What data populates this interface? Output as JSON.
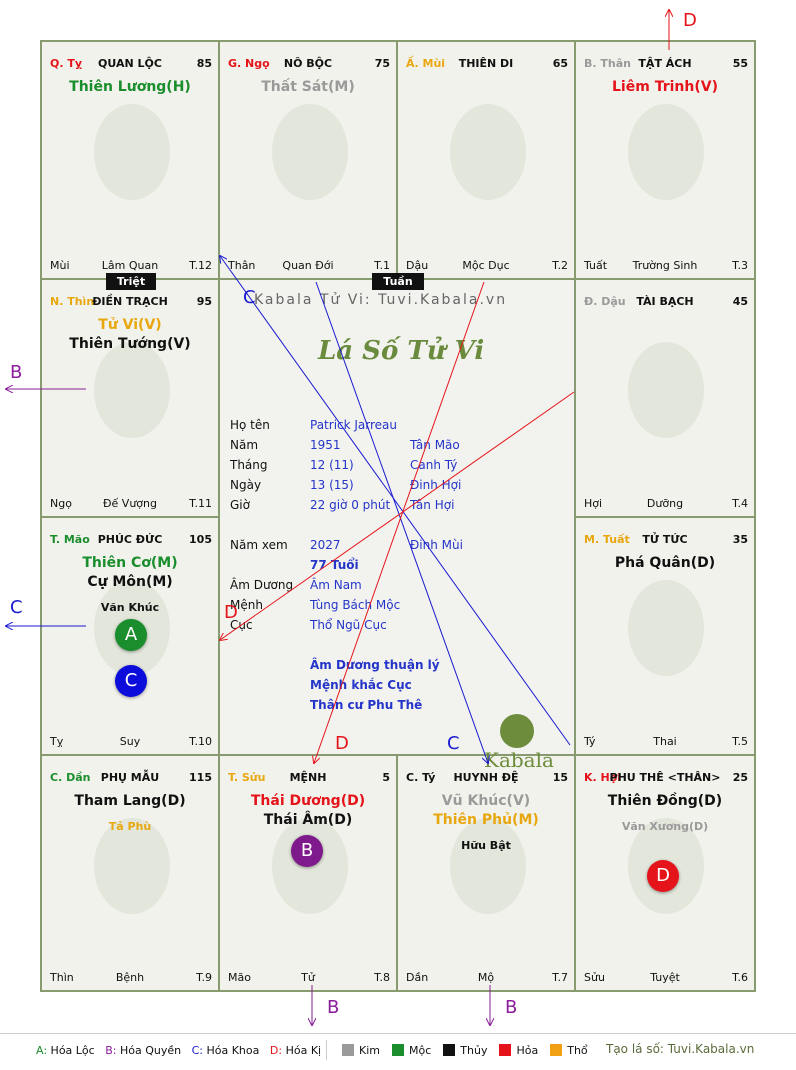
{
  "watermark": "Kabala Tử Vi: Tuvi.Kabala.vn",
  "logo_title": "Lá Số Tử Vi",
  "brand": "Kabala",
  "palaces": [
    {
      "chi": "Q. Tỵ",
      "chi_color": "#e5141b",
      "name": "QUAN LỘC",
      "score": "85",
      "stars": [
        {
          "text": "Thiên Lương(H)",
          "color": "#1a8d2c",
          "size": 14
        }
      ],
      "bottom_left": "Mùi",
      "bottom_mid": "Lâm Quan",
      "bottom_right": "T.12"
    },
    {
      "chi": "G. Ngọ",
      "chi_color": "#e5141b",
      "name": "NÔ BỘC",
      "score": "75",
      "stars": [
        {
          "text": "Thất Sát(M)",
          "color": "#9a9a9a",
          "size": 14
        }
      ],
      "bottom_left": "Thân",
      "bottom_mid": "Quan Đới",
      "bottom_right": "T.1"
    },
    {
      "chi": "Ấ. Mùi",
      "chi_color": "#e8a70e",
      "name": "THIÊN DI",
      "score": "65",
      "stars": [],
      "bottom_left": "Dậu",
      "bottom_mid": "Mộc Dục",
      "bottom_right": "T.2"
    },
    {
      "chi": "B. Thân",
      "chi_color": "#9a9a9a",
      "name": "TẬT ÁCH",
      "score": "55",
      "stars": [
        {
          "text": "Liêm Trinh(V)",
          "color": "#e5141b",
          "size": 14
        }
      ],
      "bottom_left": "Tuất",
      "bottom_mid": "Trường Sinh",
      "bottom_right": "T.3"
    },
    {
      "chi": "Đ. Dậu",
      "chi_color": "#9a9a9a",
      "name": "TÀI BẠCH",
      "score": "45",
      "stars": [],
      "bottom_left": "Hợi",
      "bottom_mid": "Dưỡng",
      "bottom_right": "T.4"
    },
    {
      "chi": "M. Tuất",
      "chi_color": "#e8a70e",
      "name": "TỬ TỨC",
      "score": "35",
      "stars": [
        {
          "text": "Phá Quân(D)",
          "color": "#111111",
          "size": 14
        }
      ],
      "bottom_left": "Tý",
      "bottom_mid": "Thai",
      "bottom_right": "T.5"
    },
    {
      "chi": "K. Hợi",
      "chi_color": "#e5141b",
      "name": "PHU THÊ <THÂN>",
      "score": "25",
      "stars": [
        {
          "text": "Thiên Đồng(D)",
          "color": "#111111",
          "size": 14
        },
        {
          "text": "Văn Xương(D)",
          "color": "#9a9a9a",
          "size": 11
        }
      ],
      "bottom_left": "Sửu",
      "bottom_mid": "Tuyệt",
      "bottom_right": "T.6"
    },
    {
      "chi": "C. Tý",
      "chi_color": "#111111",
      "name": "HUYNH ĐỆ",
      "score": "15",
      "stars": [
        {
          "text": "Vũ Khúc(V)",
          "color": "#9a9a9a",
          "size": 14
        },
        {
          "text": "Thiên Phủ(M)",
          "color": "#e8a70e",
          "size": 14
        },
        {
          "text": "Hữu Bật",
          "color": "#111111",
          "size": 11
        }
      ],
      "bottom_left": "Dần",
      "bottom_mid": "Mộ",
      "bottom_right": "T.7"
    },
    {
      "chi": "T. Sửu",
      "chi_color": "#e8a70e",
      "name": "MỆNH",
      "score": "5",
      "stars": [
        {
          "text": "Thái Dương(D)",
          "color": "#e5141b",
          "size": 14
        },
        {
          "text": "Thái Âm(D)",
          "color": "#111111",
          "size": 14
        }
      ],
      "bottom_left": "Mão",
      "bottom_mid": "Tử",
      "bottom_right": "T.8"
    },
    {
      "chi": "C. Dần",
      "chi_color": "#1a8d2c",
      "name": "PHỤ MẪU",
      "score": "115",
      "stars": [
        {
          "text": "Tham Lang(D)",
          "color": "#111111",
          "size": 14
        },
        {
          "text": "Tả Phù",
          "color": "#e8a70e",
          "size": 11
        }
      ],
      "bottom_left": "Thìn",
      "bottom_mid": "Bệnh",
      "bottom_right": "T.9"
    },
    {
      "chi": "T. Mão",
      "chi_color": "#1a8d2c",
      "name": "PHÚC ĐỨC",
      "score": "105",
      "stars": [
        {
          "text": "Thiên Cơ(M)",
          "color": "#1a8d2c",
          "size": 14
        },
        {
          "text": "Cự Môn(M)",
          "color": "#111111",
          "size": 14
        },
        {
          "text": "Văn Khúc",
          "color": "#111111",
          "size": 11
        }
      ],
      "bottom_left": "Tỵ",
      "bottom_mid": "Suy",
      "bottom_right": "T.10"
    },
    {
      "chi": "N. Thìn",
      "chi_color": "#e8a70e",
      "name": "ĐIỀN TRẠCH",
      "score": "95",
      "stars": [
        {
          "text": "Tử Vi(V)",
          "color": "#e8a70e",
          "size": 14
        },
        {
          "text": "Thiên Tướng(V)",
          "color": "#111111",
          "size": 14
        }
      ],
      "bottom_left": "Ngọ",
      "bottom_mid": "Đế Vượng",
      "bottom_right": "T.11"
    }
  ],
  "tags": {
    "triet": "Triệt",
    "tuan": "Tuần"
  },
  "info": {
    "rows": [
      {
        "label": "Họ tên",
        "value": "Patrick Jarreau",
        "extra": ""
      },
      {
        "label": "Năm",
        "value": "1951",
        "extra": "Tân Mão"
      },
      {
        "label": "Tháng",
        "value": "12 (11)",
        "extra": "Canh Tý"
      },
      {
        "label": "Ngày",
        "value": "13 (15)",
        "extra": "Đinh Hợi"
      },
      {
        "label": "Giờ",
        "value": "22 giờ 0 phút",
        "extra": "Tân Hợi"
      }
    ],
    "nam_xem_label": "Năm xem",
    "nam_xem": "2027",
    "nam_xem_extra": "Đinh Mùi",
    "tuoi": "77 Tuổi",
    "rows2": [
      {
        "label": "Âm Dương",
        "value": "Âm Nam"
      },
      {
        "label": "Mệnh",
        "value": "Tùng Bách Mộc"
      },
      {
        "label": "Cục",
        "value": "Thổ Ngũ Cục"
      }
    ],
    "notes": [
      "Âm Dương thuận lý",
      "Mệnh khắc Cục",
      "Thân cư Phu Thê"
    ]
  },
  "circles": [
    {
      "letter": "A",
      "color": "#1a8d2c"
    },
    {
      "letter": "C",
      "color": "#0d0ddb"
    },
    {
      "letter": "B",
      "color": "#7f1a8c"
    },
    {
      "letter": "D",
      "color": "#e5141b"
    }
  ],
  "arrow_labels": {
    "d_top": "D",
    "b_left": "B",
    "c_left": "C",
    "c_center": "C",
    "d_center_left": "D",
    "d_center_bottom": "D",
    "c_center_bottom": "C",
    "b_bottom1": "B",
    "b_bottom2": "B"
  },
  "legend": {
    "a": "A:",
    "a_text": "Hóa Lộc",
    "b": "B:",
    "b_text": "Hóa Quyền",
    "c": "C:",
    "c_text": "Hóa Khoa",
    "d": "D:",
    "d_text": "Hóa Kị",
    "elements": [
      {
        "name": "Kim",
        "color": "#9a9a9a"
      },
      {
        "name": "Mộc",
        "color": "#1a8d2c"
      },
      {
        "name": "Thủy",
        "color": "#111111"
      },
      {
        "name": "Hỏa",
        "color": "#e5141b"
      },
      {
        "name": "Thổ",
        "color": "#f0a012"
      }
    ],
    "site": "Tạo lá số: Tuvi.Kabala.vn"
  }
}
